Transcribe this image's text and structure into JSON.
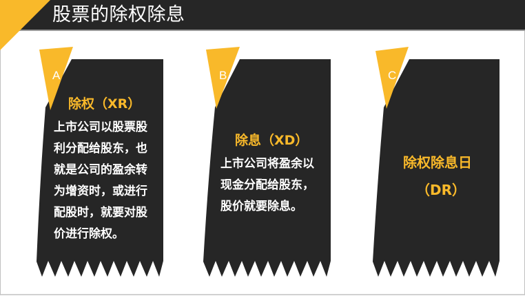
{
  "header": {
    "title": "股票的除权除息"
  },
  "colors": {
    "accent": "#f9b92a",
    "card": "#262626",
    "header": "#262626",
    "text": "#ffffff"
  },
  "cards": [
    {
      "letter": "A",
      "heading": "除权（XR）",
      "lines": [
        "上市公司以股票股",
        "利分配给股东，也",
        "就是公司的盈余转",
        "为增资时，或进行",
        "配股时，就要对股",
        "价进行除权。"
      ]
    },
    {
      "letter": "B",
      "heading": "除息（XD）",
      "lines": [
        "上市公司将盈余以",
        "现金分配给股东，",
        "股价就要除息。"
      ]
    },
    {
      "letter": "C",
      "heading_lines": [
        "除权除息日",
        "（DR）"
      ]
    }
  ]
}
